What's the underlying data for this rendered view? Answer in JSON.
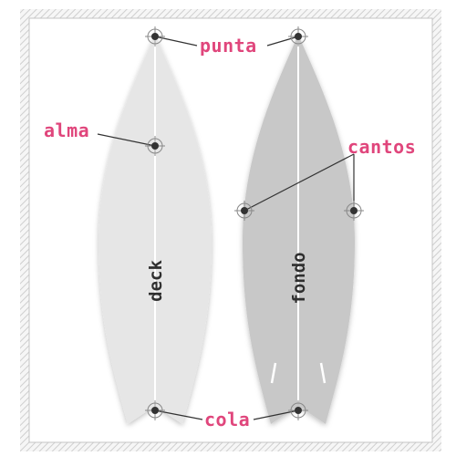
{
  "colors": {
    "frame_hatch": "#cfcfcf",
    "frame_stroke": "#bdbdbd",
    "deck_fill": "#e6e6e6",
    "bottom_fill": "#c8c8c8",
    "stringer": "#ffffff",
    "label_accent": "#e0467c",
    "leader_line": "#333333",
    "board_text": "#2f2f2f"
  },
  "boards": {
    "deck": {
      "name": "deck"
    },
    "bottom": {
      "name": "fondo"
    }
  },
  "callouts": {
    "nose": "punta",
    "stringer": "alma",
    "rails": "cantos",
    "tail": "cola"
  }
}
